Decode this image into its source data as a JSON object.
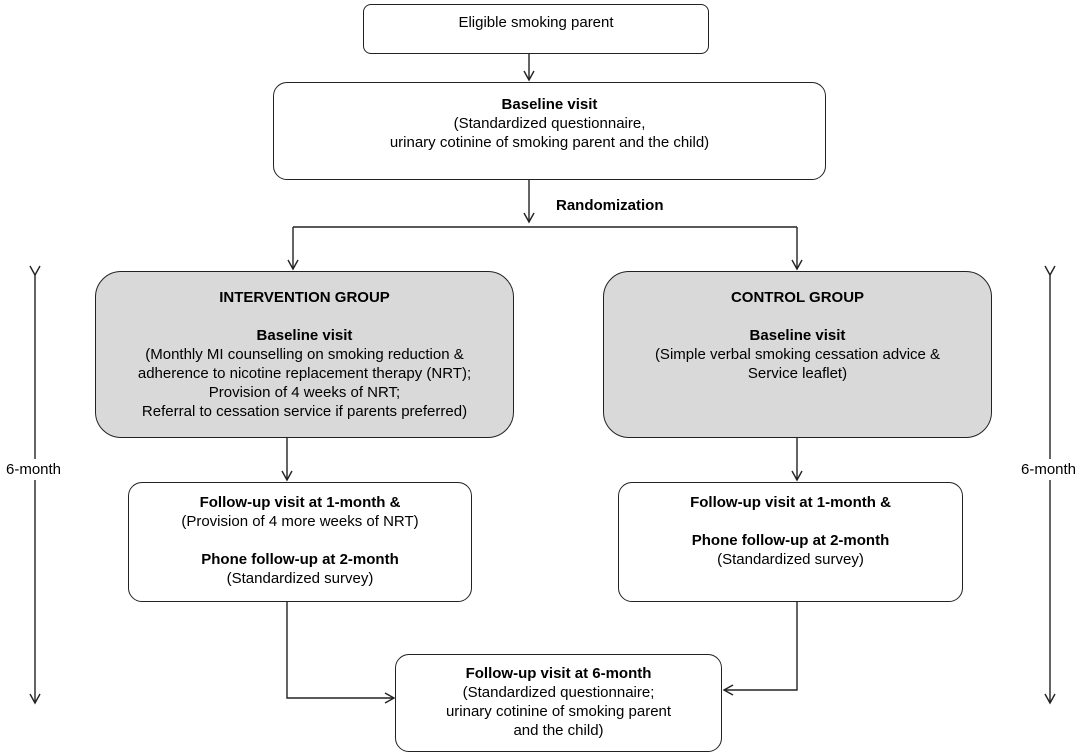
{
  "boxes": {
    "eligible": {
      "text": "Eligible smoking parent"
    },
    "baseline": {
      "title": "Baseline visit",
      "lines": [
        "(Standardized questionnaire,",
        "urinary cotinine of smoking parent and the child)"
      ]
    },
    "intervention": {
      "heading": "INTERVENTION GROUP",
      "subheading": "Baseline visit",
      "lines": [
        "(Monthly MI counselling on smoking reduction &",
        "adherence to nicotine replacement therapy (NRT);",
        "Provision of 4 weeks of NRT;",
        "Referral to cessation service if parents preferred)"
      ]
    },
    "control": {
      "heading": "CONTROL GROUP",
      "subheading": "Baseline visit",
      "lines": [
        "(Simple verbal smoking cessation advice &",
        "Service leaflet)"
      ]
    },
    "intervention_followup": {
      "title1": "Follow-up visit at 1-month &",
      "line1": "(Provision of 4 more weeks of NRT)",
      "title2": "Phone follow-up at 2-month",
      "line2": "(Standardized survey)"
    },
    "control_followup": {
      "title1": "Follow-up visit at 1-month &",
      "title2": "Phone follow-up at 2-month",
      "line2": "(Standardized survey)"
    },
    "final": {
      "title": "Follow-up visit at 6-month",
      "lines": [
        "(Standardized questionnaire;",
        "urinary cotinine of smoking parent",
        "and the child)"
      ]
    }
  },
  "labels": {
    "randomization": "Randomization",
    "duration_left": "6-month",
    "duration_right": "6-month"
  }
}
